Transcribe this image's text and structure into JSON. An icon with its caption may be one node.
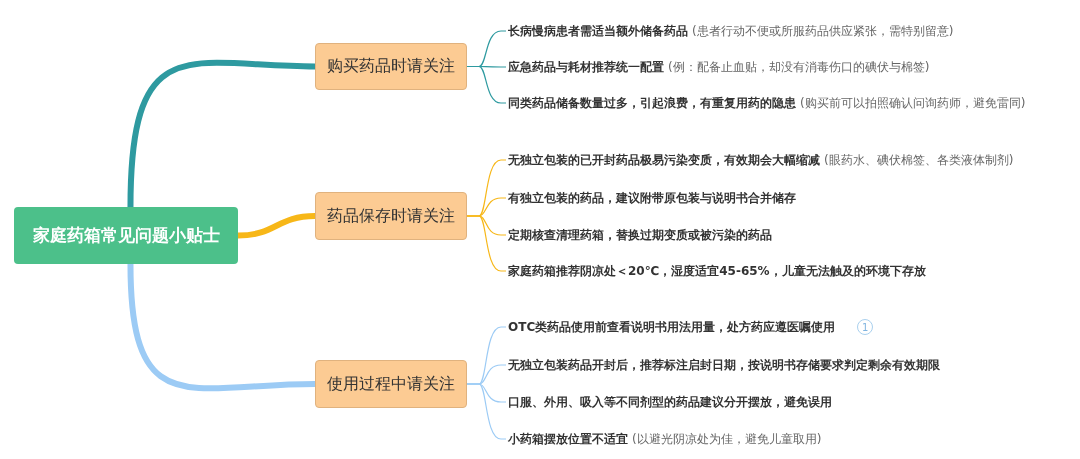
{
  "diagram": {
    "nodes": [
      {
        "text": [
          "家庭药箱常见问题小贴士"
        ]
      },
      {
        "text": [
          "购买药品时请关注"
        ]
      },
      {
        "text": [
          "长病慢病患者需适当额外储备药品",
          "(患者行动不便或所服药品供应紧张，需特别留意)"
        ]
      },
      {
        "text": [
          "应急药品与耗材推荐统一配置",
          "(例：配备止血贴，却没有消毒伤口的碘伏与棉签)"
        ]
      },
      {
        "text": [
          "同类药品储备数量过多，引起浪费，有重复用药的隐患",
          "(购买前可以拍照确认问询药师，避免雷同)"
        ]
      },
      {
        "text": [
          "药品保存时请关注"
        ]
      },
      {
        "text": [
          "无独立包装的已开封药品极易污染变质，有效期会大幅缩减",
          "(眼药水、碘伏棉签、各类液体制剂)"
        ]
      },
      {
        "text": [
          "有独立包装的药品，建议附带原包装与说明书合并储存"
        ]
      },
      {
        "text": [
          "定期核查清理药箱，替换过期变质或被污染的药品"
        ]
      },
      {
        "text": [
          "家庭药箱推荐阴凉处＜20℃，湿度适宜45-65%，儿童无法触及的环境下存放"
        ]
      },
      {
        "text": [
          "使用过程中请关注"
        ]
      },
      {
        "text": [
          "OTC类药品使用前查看说明书用法用量，处方药应遵医嘱使用"
        ],
        "beside": [
          "1"
        ]
      },
      {
        "text": [
          "无独立包装药品开封后，推荐标注启封日期，按说明书存储要求判定剩余有效期限"
        ]
      },
      {
        "text": [
          "口服、外用、吸入等不同剂型的药品建议分开摆放，避免误用"
        ]
      },
      {
        "text": [
          "小药箱摆放位置不适宜",
          "(以避光阴凉处为佳，避免儿童取用)"
        ]
      }
    ],
    "edges": [
      {
        "from": 0,
        "to": 1,
        "arrow": "none",
        "style": "thick",
        "color": "#2e9aa0"
      },
      {
        "from": 1,
        "to": 2,
        "arrow": "none",
        "color": "#2e9aa0"
      },
      {
        "from": 1,
        "to": 3,
        "arrow": "none",
        "color": "#2e9aa0"
      },
      {
        "from": 1,
        "to": 4,
        "arrow": "none",
        "color": "#2e9aa0"
      },
      {
        "from": 0,
        "to": 5,
        "arrow": "none",
        "style": "thick",
        "color": "#f7b718"
      },
      {
        "from": 5,
        "to": 6,
        "arrow": "none",
        "color": "#f7b718"
      },
      {
        "from": 5,
        "to": 7,
        "arrow": "none",
        "color": "#f7b718"
      },
      {
        "from": 5,
        "to": 8,
        "arrow": "none",
        "color": "#f7b718"
      },
      {
        "from": 5,
        "to": 9,
        "arrow": "none",
        "color": "#f7b718"
      },
      {
        "from": 0,
        "to": 10,
        "arrow": "none",
        "style": "thick",
        "color": "#9ccbf5"
      },
      {
        "from": 10,
        "to": 11,
        "arrow": "none",
        "color": "#9ccbf5"
      },
      {
        "from": 10,
        "to": 12,
        "arrow": "none",
        "color": "#9ccbf5"
      },
      {
        "from": 10,
        "to": 13,
        "arrow": "none",
        "color": "#9ccbf5"
      },
      {
        "from": 10,
        "to": 14,
        "arrow": "none",
        "color": "#9ccbf5"
      }
    ]
  }
}
